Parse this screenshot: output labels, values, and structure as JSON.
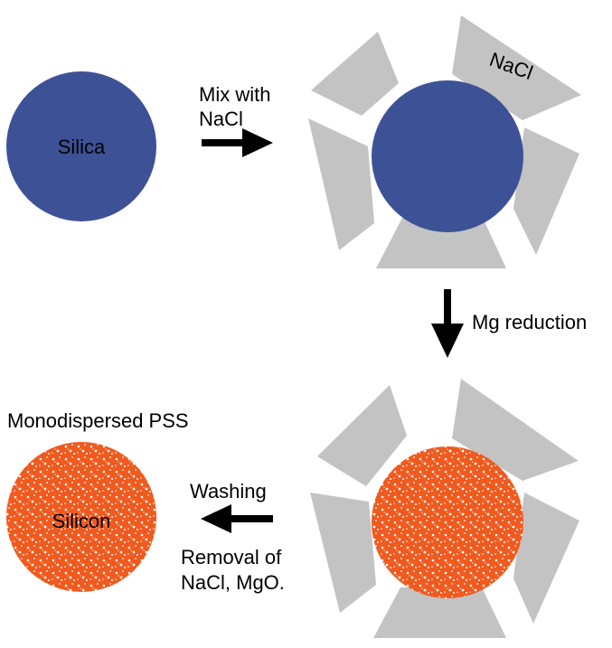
{
  "labels": {
    "silica": "Silica",
    "mix_line1": "Mix with",
    "mix_line2": "NaCl",
    "nacl": "NaCl",
    "mg_reduction": "Mg reduction",
    "monodispersed": "Monodispersed PSS",
    "silicon": "Silicon",
    "washing": "Washing",
    "removal_line1": "Removal of",
    "removal_line2": "NaCl, MgO."
  },
  "colors": {
    "silica_fill": "#3d5296",
    "salt_fill": "#c3c3c3",
    "silicon_fill": "#f05a1e",
    "arrow": "#000000",
    "background": "#ffffff"
  }
}
